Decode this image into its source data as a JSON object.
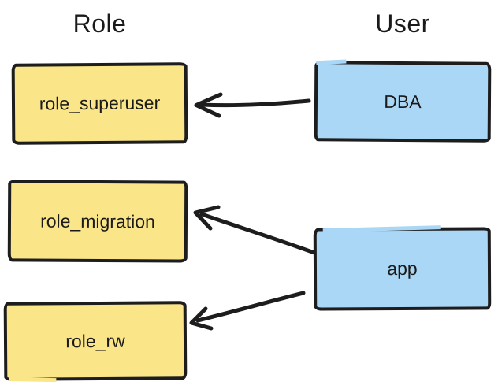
{
  "diagram": {
    "columns": [
      {
        "title": "Role"
      },
      {
        "title": "User"
      }
    ],
    "nodes": [
      {
        "id": "role_superuser",
        "label": "role_superuser",
        "category": "role"
      },
      {
        "id": "role_migration",
        "label": "role_migration",
        "category": "role"
      },
      {
        "id": "role_rw",
        "label": "role_rw",
        "category": "role"
      },
      {
        "id": "DBA",
        "label": "DBA",
        "category": "user"
      },
      {
        "id": "app",
        "label": "app",
        "category": "user"
      }
    ],
    "edges": [
      {
        "from": "DBA",
        "to": "role_superuser"
      },
      {
        "from": "app",
        "to": "role_migration"
      },
      {
        "from": "app",
        "to": "role_rw"
      }
    ],
    "colors": {
      "role_fill": "#FAE588",
      "user_fill": "#ABD7F6",
      "stroke": "#1D1D1D",
      "text": "#1A1A1A",
      "background": "#FFFFFF"
    }
  }
}
